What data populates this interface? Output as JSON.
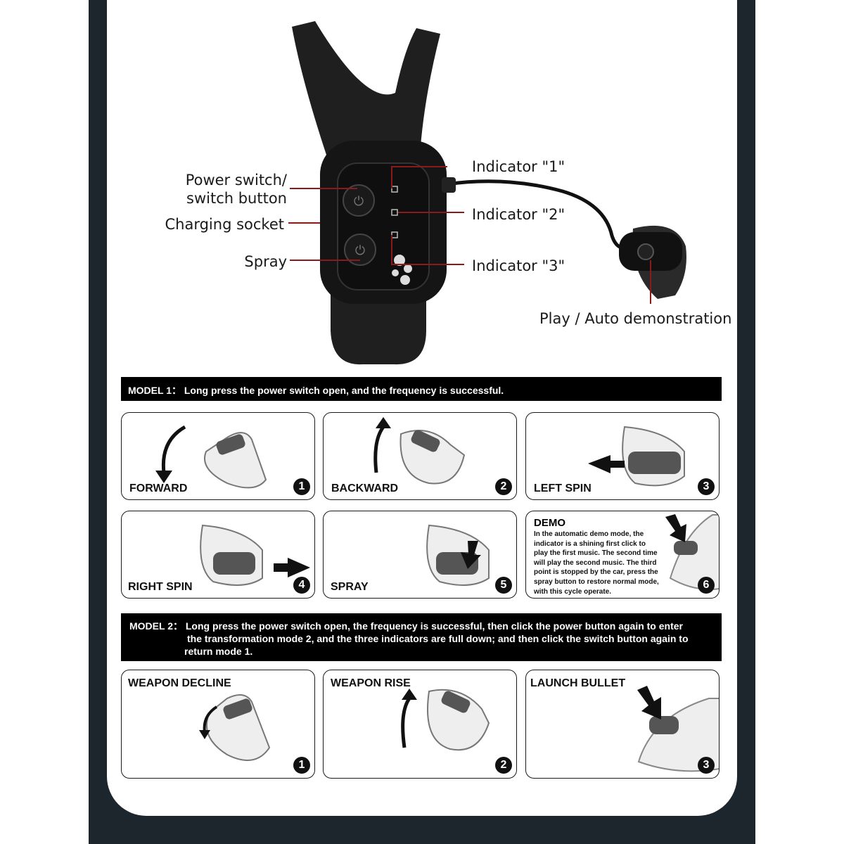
{
  "callouts": {
    "power_switch": "Power switch/\nswitch button",
    "charging_socket": "Charging socket",
    "spray": "Spray",
    "indicator_1": "Indicator \"1\"",
    "indicator_2": "Indicator \"2\"",
    "indicator_3": "Indicator \"3\"",
    "play_auto": "Play / Auto demonstration"
  },
  "model1": {
    "banner": "MODEL 1： Long press the power switch open, and the frequency is successful.",
    "panels": [
      {
        "label": "FORWARD",
        "number": "1"
      },
      {
        "label": "BACKWARD",
        "number": "2"
      },
      {
        "label": "LEFT SPIN",
        "number": "3"
      },
      {
        "label": "RIGHT SPIN",
        "number": "4"
      },
      {
        "label": "SPRAY",
        "number": "5"
      },
      {
        "label": "DEMO",
        "number": "6",
        "text": "In the automatic demo mode, the indicator is a shining first click to play the first music. The second time will play the second music. The third point is stopped by the car, press the spray button to restore normal mode, with this cycle operate."
      }
    ]
  },
  "model2": {
    "banner_lead": "MODEL 2： Long press the power switch open, the frequency is successful, then click the power button again to enter",
    "banner_cont": "the transformation mode 2, and the three indicators are full down; and then click the switch button again to",
    "banner_end": "return mode 1.",
    "panels": [
      {
        "label": "WEAPON DECLINE",
        "number": "1"
      },
      {
        "label": "WEAPON RISE",
        "number": "2"
      },
      {
        "label": "LAUNCH BULLET",
        "number": "3"
      }
    ]
  },
  "colors": {
    "frame": "#1d262c",
    "leader_line": "#8b1a1a",
    "banner": "#000000"
  }
}
